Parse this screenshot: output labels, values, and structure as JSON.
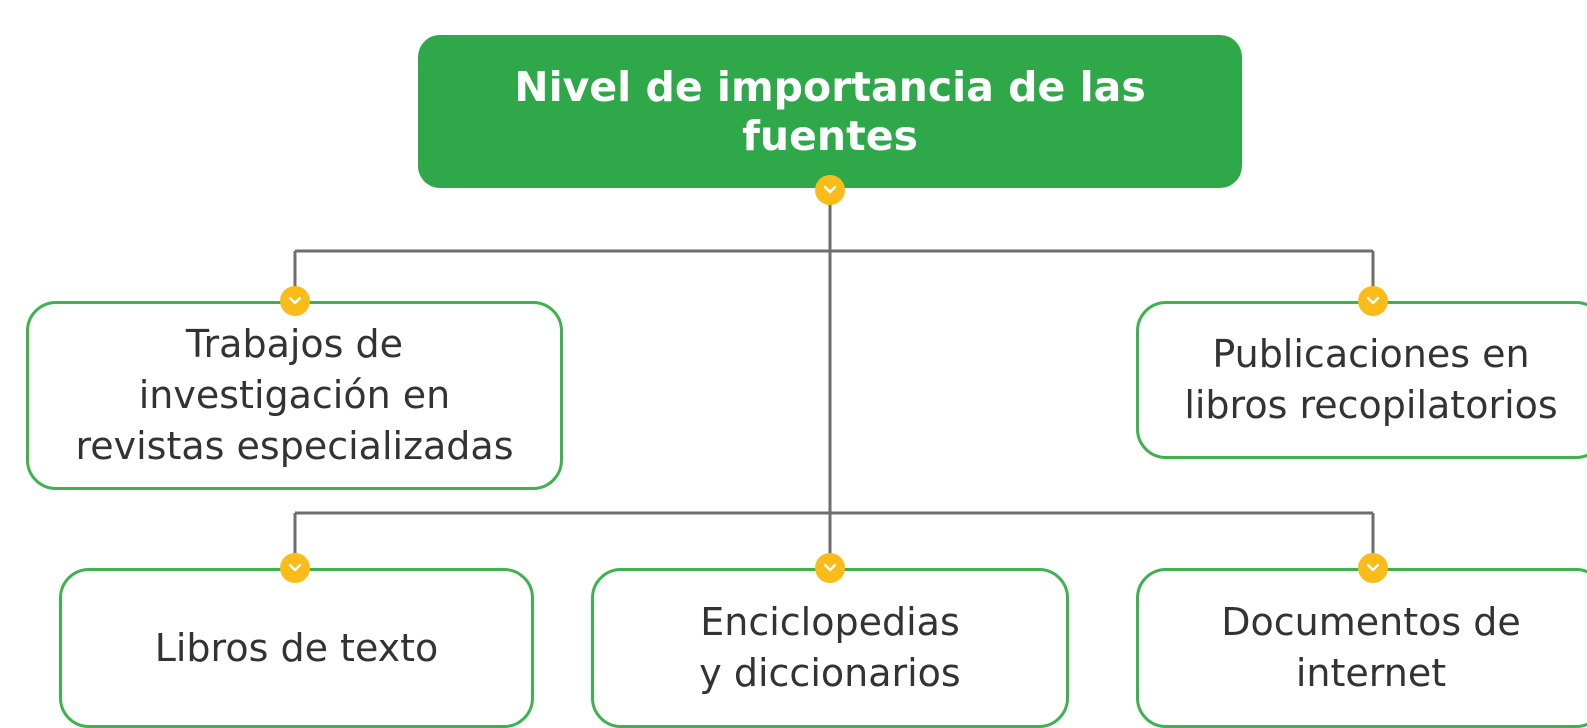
{
  "diagram": {
    "root": {
      "label": "Nivel de importancia de las fuentes"
    },
    "nodes": [
      {
        "id": "trabajos",
        "label": "Trabajos de\ninvestigación en\nrevistas especializadas"
      },
      {
        "id": "publicaciones",
        "label": "Publicaciones en\nlibros recopilatorios"
      },
      {
        "id": "libros",
        "label": "Libros de texto"
      },
      {
        "id": "enciclopedias",
        "label": "Enciclopedias\ny diccionarios"
      },
      {
        "id": "documentos",
        "label": "Documentos de\ninternet"
      }
    ],
    "colors": {
      "root_fill": "#2fa84a",
      "node_border": "#3db24e",
      "connector": "#6e6e6e",
      "expand_dot": "#fbbb18"
    },
    "icons": {
      "expand_dot": "chevron-down-icon"
    }
  }
}
